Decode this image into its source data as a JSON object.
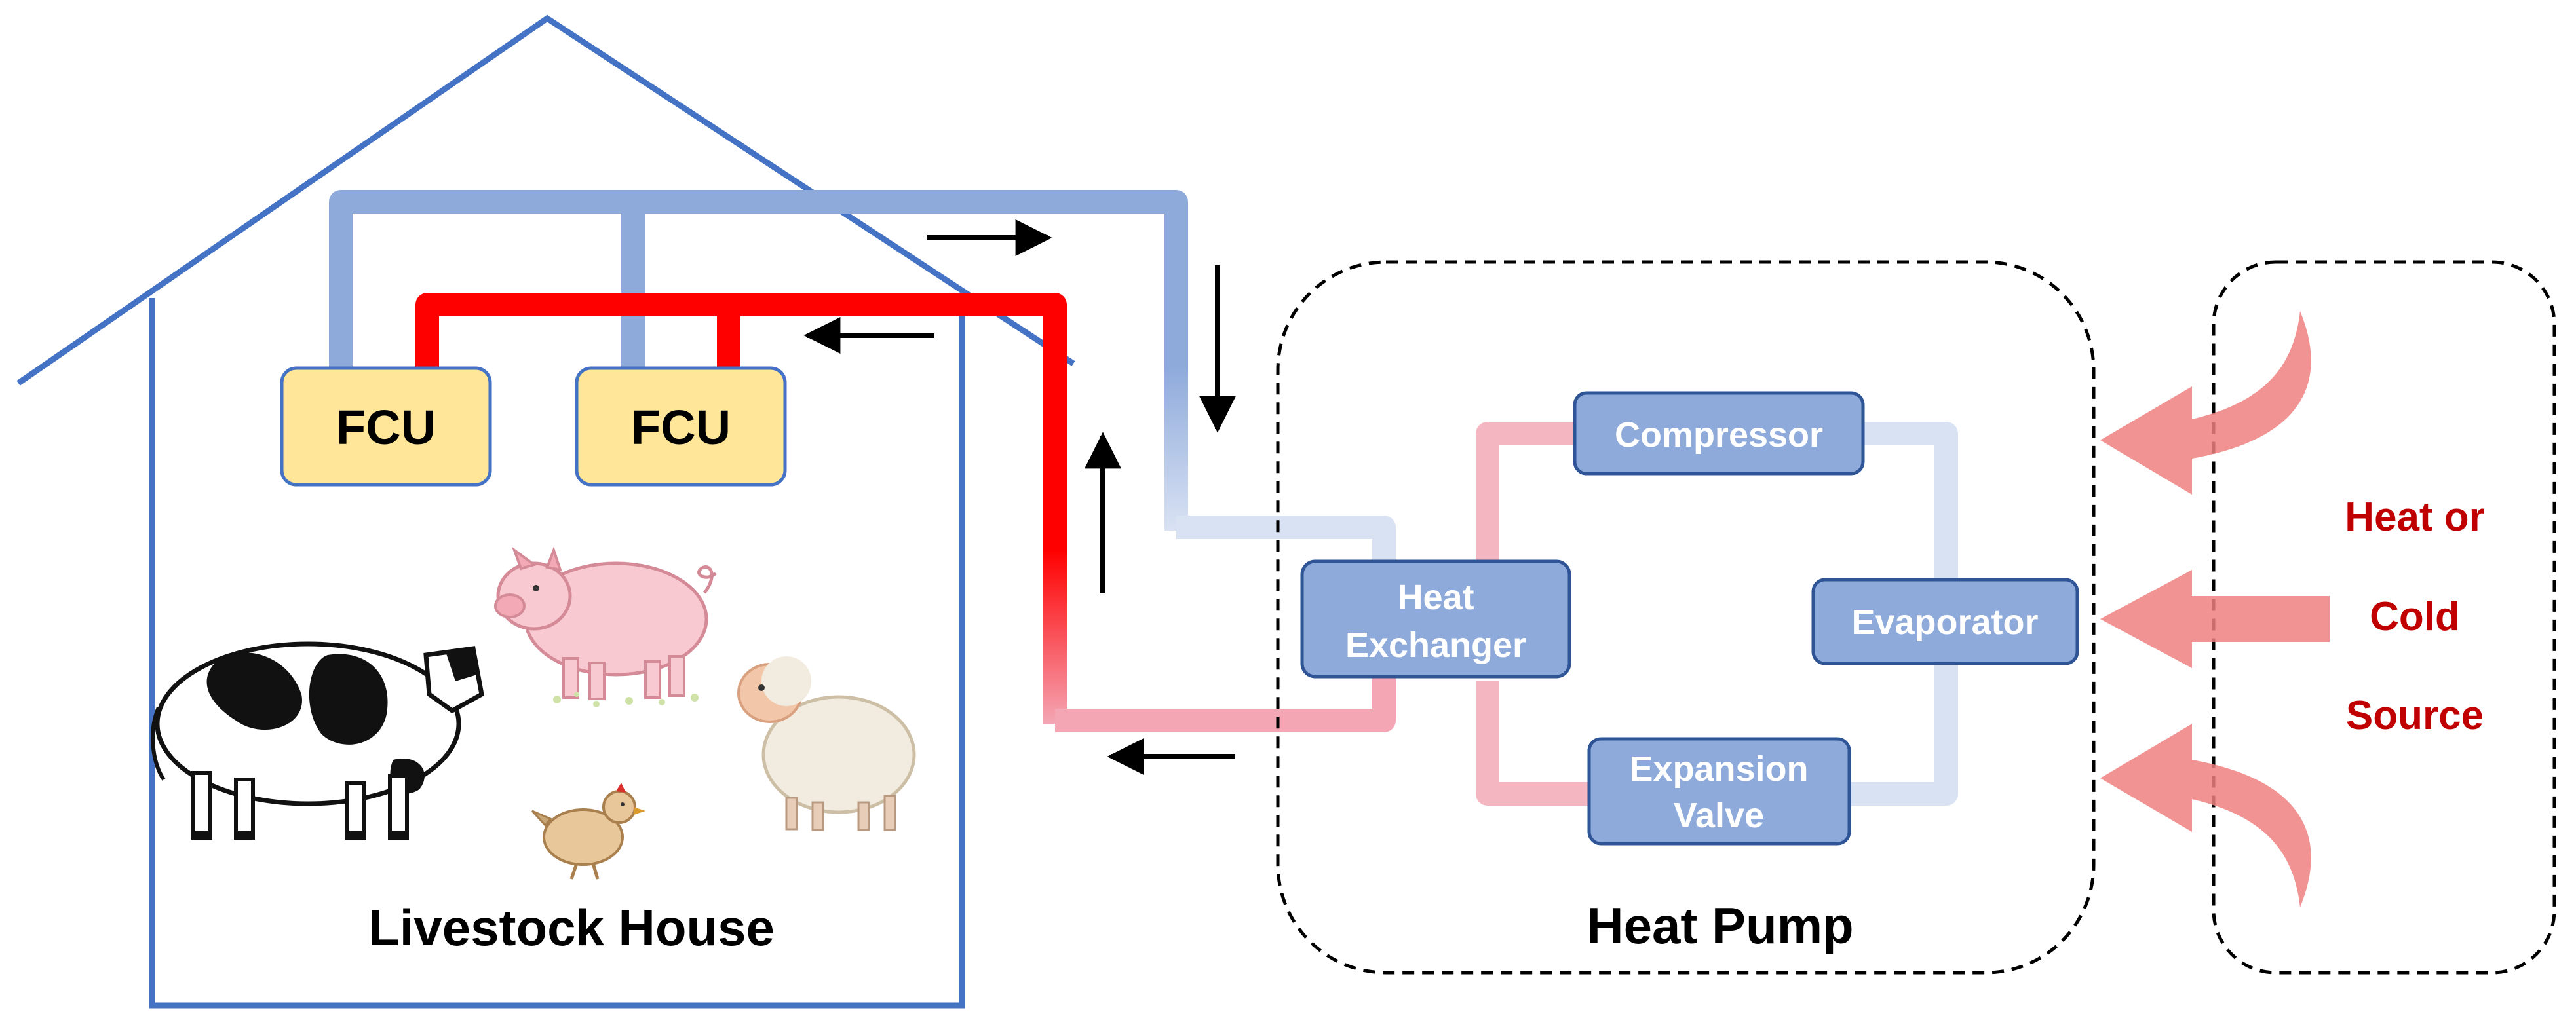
{
  "livestock_house": {
    "title": "Livestock House",
    "fcu_units": [
      {
        "label": "FCU"
      },
      {
        "label": "FCU"
      }
    ],
    "animals": [
      "cow",
      "pig",
      "sheep",
      "chicken"
    ]
  },
  "heat_pump": {
    "title": "Heat Pump",
    "components": {
      "compressor": "Compressor",
      "heat_exchanger": [
        "Heat",
        "Exchanger"
      ],
      "evaporator": "Evaporator",
      "expansion_valve": [
        "Expansion",
        "Valve"
      ]
    }
  },
  "source": {
    "lines": [
      "Heat or",
      "Cold",
      "Source"
    ]
  },
  "colors": {
    "house_outline": "#4472c4",
    "supply_pipe_hot": "#ff0000",
    "return_pipe_cold": "#8eaadb",
    "component_fill": "#8eaadb",
    "component_stroke": "#2f5597",
    "fcu_fill": "#ffe699",
    "source_arrow": "#f08080",
    "source_text": "#c00000"
  }
}
